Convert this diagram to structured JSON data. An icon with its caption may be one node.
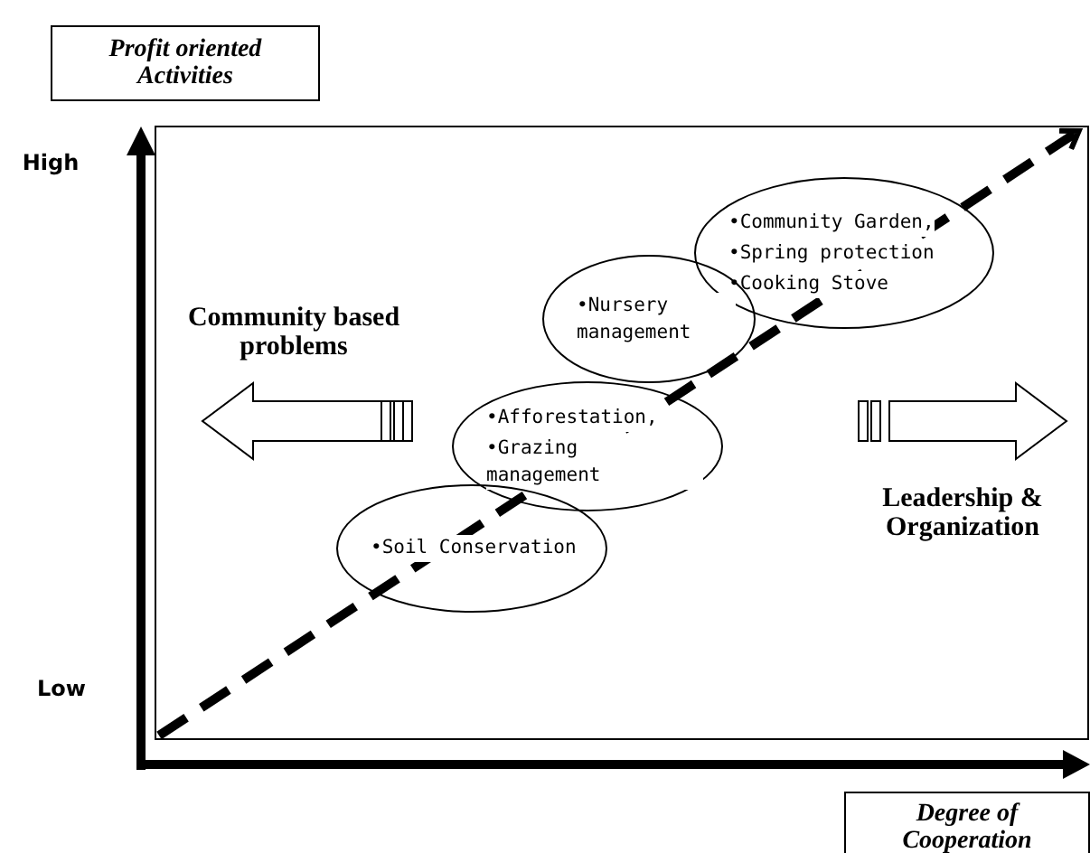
{
  "diagram": {
    "nodes": [
      {
        "text": [
          "Profit oriented Activities"
        ]
      },
      {
        "text": [
          "•Community Garden,",
          "•Spring protection",
          "•Cooking Stove"
        ]
      },
      {
        "text": [
          "•Nursery management"
        ]
      },
      {
        "text": [
          "•Afforestation,",
          "•Grazing management"
        ]
      },
      {
        "text": [
          "•Soil Conservation"
        ]
      },
      {
        "text": [
          "Degree of Cooperation"
        ]
      }
    ],
    "labels": [
      "High",
      "Community based problems",
      "Leadership & Organization",
      "Low"
    ]
  }
}
